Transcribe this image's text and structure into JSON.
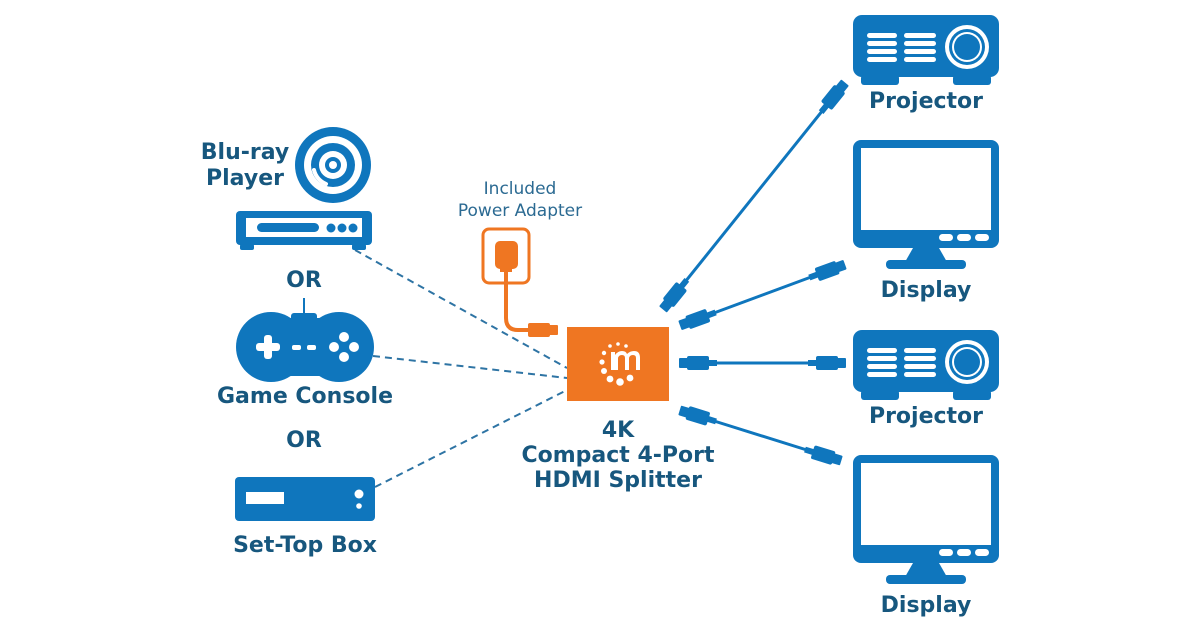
{
  "colors": {
    "device_blue": "#0f76bd",
    "label_blue": "#17577e",
    "splitter_orange": "#ef7622",
    "background": "#ffffff"
  },
  "sources": {
    "bluray": {
      "label_line1": "Blu-ray",
      "label_line2": "Player",
      "icon": "bluray-player-icon"
    },
    "or_1": "OR",
    "game_console": {
      "label": "Game Console",
      "icon": "gamepad-icon"
    },
    "or_2": "OR",
    "settop": {
      "label": "Set-Top Box",
      "icon": "set-top-box-icon"
    }
  },
  "power": {
    "label_line1": "Included",
    "label_line2": "Power Adapter",
    "icon": "power-adapter-icon"
  },
  "splitter": {
    "label_line1": "4K",
    "label_line2": "Compact 4-Port",
    "label_line3": "HDMI Splitter",
    "logo": "manhattan-m-logo"
  },
  "outputs": [
    {
      "label": "Projector",
      "icon": "projector-icon"
    },
    {
      "label": "Display",
      "icon": "monitor-icon"
    },
    {
      "label": "Projector",
      "icon": "projector-icon"
    },
    {
      "label": "Display",
      "icon": "monitor-icon"
    }
  ]
}
